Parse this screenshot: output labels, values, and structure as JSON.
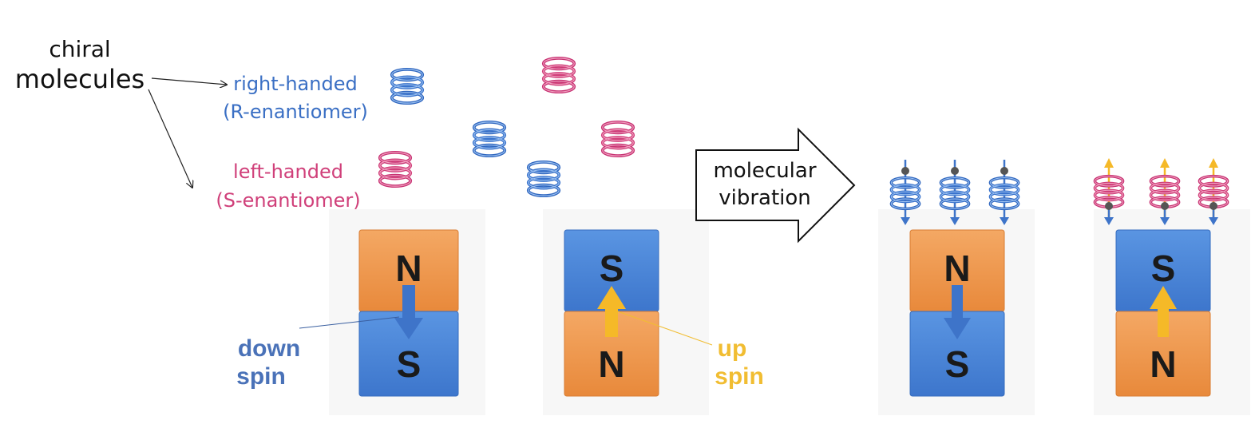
{
  "labels": {
    "chiral": "chiral",
    "molecules": "molecules",
    "right_handed": "right-handed",
    "r_enantiomer": "(R-enantiomer)",
    "left_handed": "left-handed",
    "s_enantiomer": "(S-enantiomer)",
    "vibration_line1": "molecular",
    "vibration_line2": "vibration",
    "down": "down",
    "down_spin": "spin",
    "up": "up",
    "up_spin": "spin"
  },
  "magnets": {
    "north": "N",
    "south": "S"
  },
  "colors": {
    "right_handed": "#3a6fc4",
    "left_handed": "#d0407a",
    "magnet_orange": "#ef9a4f",
    "magnet_blue": "#4a86d8",
    "arrow_blue": "#3e74c9",
    "arrow_yellow": "#f5b928",
    "down_spin_text": "#4a72b8",
    "up_spin_text": "#f1bd32"
  }
}
